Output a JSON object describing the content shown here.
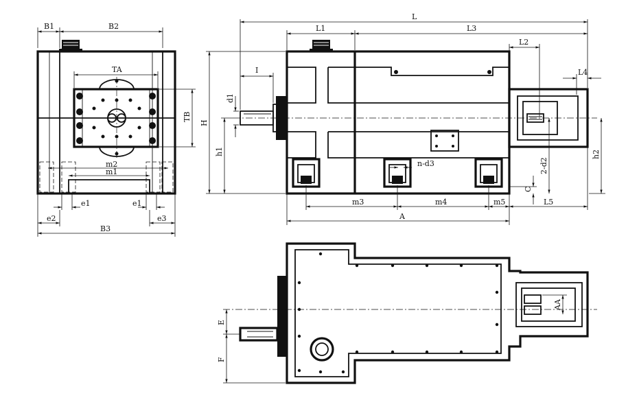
{
  "colors": {
    "line": "#111111",
    "background": "#ffffff"
  },
  "labels": {
    "B1": "B1",
    "B2": "B2",
    "TA": "TA",
    "TB": "TB",
    "m2": "m2",
    "m1": "m1",
    "e1_left": "e1",
    "e1_right": "e1",
    "e2": "e2",
    "e3": "e3",
    "B3": "B3",
    "L": "L",
    "L1": "L1",
    "L3": "L3",
    "L2": "L2",
    "L4": "L4",
    "I": "I",
    "d1": "d1",
    "H": "H",
    "h1": "h1",
    "h2": "h2",
    "d2": "2-d2",
    "nd3": "n-d3",
    "m3": "m3",
    "m4": "m4",
    "m5": "m5",
    "L5": "L5",
    "A": "A",
    "C": "C",
    "E": "E",
    "F": "F",
    "AA": "AA"
  }
}
